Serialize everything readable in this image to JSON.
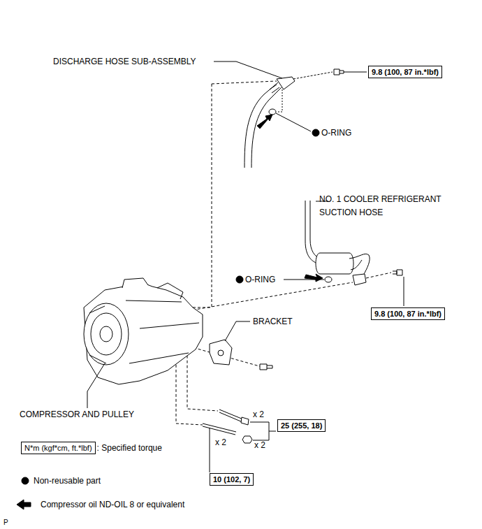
{
  "diagram": {
    "nodes": [
      {
        "text": [
          "9.8 (100, 87 in.*lbf)"
        ]
      },
      {
        "text": [
          "9.8 (100, 87 in.*lbf)"
        ]
      },
      {
        "text": [
          "25 (255, 18)"
        ]
      },
      {
        "text": [
          "N*m (kgf*cm, ft.*lbf)"
        ]
      },
      {
        "text": [
          "10 (102, 7)"
        ]
      }
    ],
    "labels": [
      "DISCHARGE HOSE SUB-ASSEMBLY",
      "O-RING",
      "NO. 1 COOLER REFRIGERANT SUCTION HOSE",
      "O-RING",
      "BRACKET",
      "COMPRESSOR AND PULLEY",
      "x 2",
      "x 2",
      "x 2",
      "P"
    ],
    "legend": [
      {
        "text": ": Specified torque"
      },
      {
        "text": "Non-reusable part"
      },
      {
        "text": "Compressor oil ND-OIL 8 or equivalent"
      }
    ]
  }
}
